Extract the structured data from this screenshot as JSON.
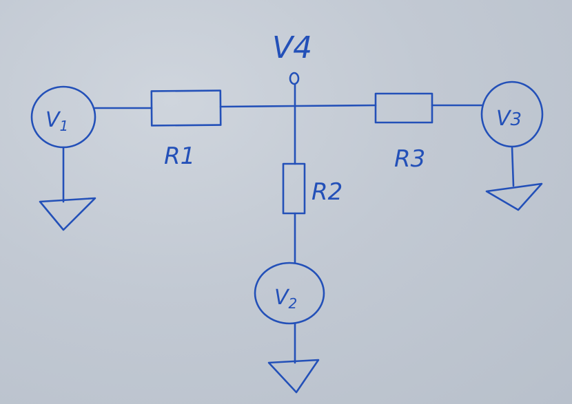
{
  "diagram": {
    "ink_color": "#2350b8",
    "paper_color": "#c4ccd6",
    "node": {
      "label": "V4"
    },
    "sources": [
      {
        "id": "v1",
        "main": "V",
        "sub": "1"
      },
      {
        "id": "v2",
        "main": "V",
        "sub": "2"
      },
      {
        "id": "v3",
        "main": "V",
        "sub": "3"
      }
    ],
    "resistors": [
      {
        "id": "r1",
        "label": "R1"
      },
      {
        "id": "r2",
        "label": "R2"
      },
      {
        "id": "r3",
        "label": "R3"
      }
    ]
  }
}
